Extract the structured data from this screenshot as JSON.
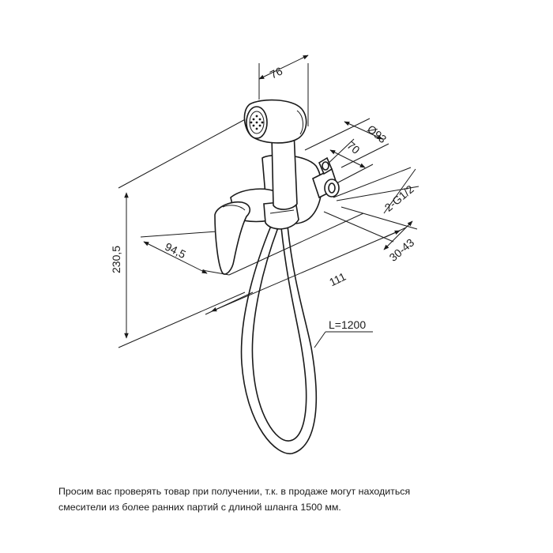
{
  "dimensions": {
    "d76": "76",
    "d93": "Ø93",
    "d70": "70",
    "thread": "2-G1/2",
    "wall": "30-43",
    "d94": "94,5",
    "d111": "111",
    "d230": "230,5",
    "hose": "L=1200"
  },
  "note": {
    "line1": "Просим вас проверять товар при получении, т.к. в продаже могут находиться",
    "line2": "смесители из более ранних партий с длиной шланга 1500 мм."
  },
  "colors": {
    "ink": "#1a1a1a",
    "background": "#ffffff"
  }
}
